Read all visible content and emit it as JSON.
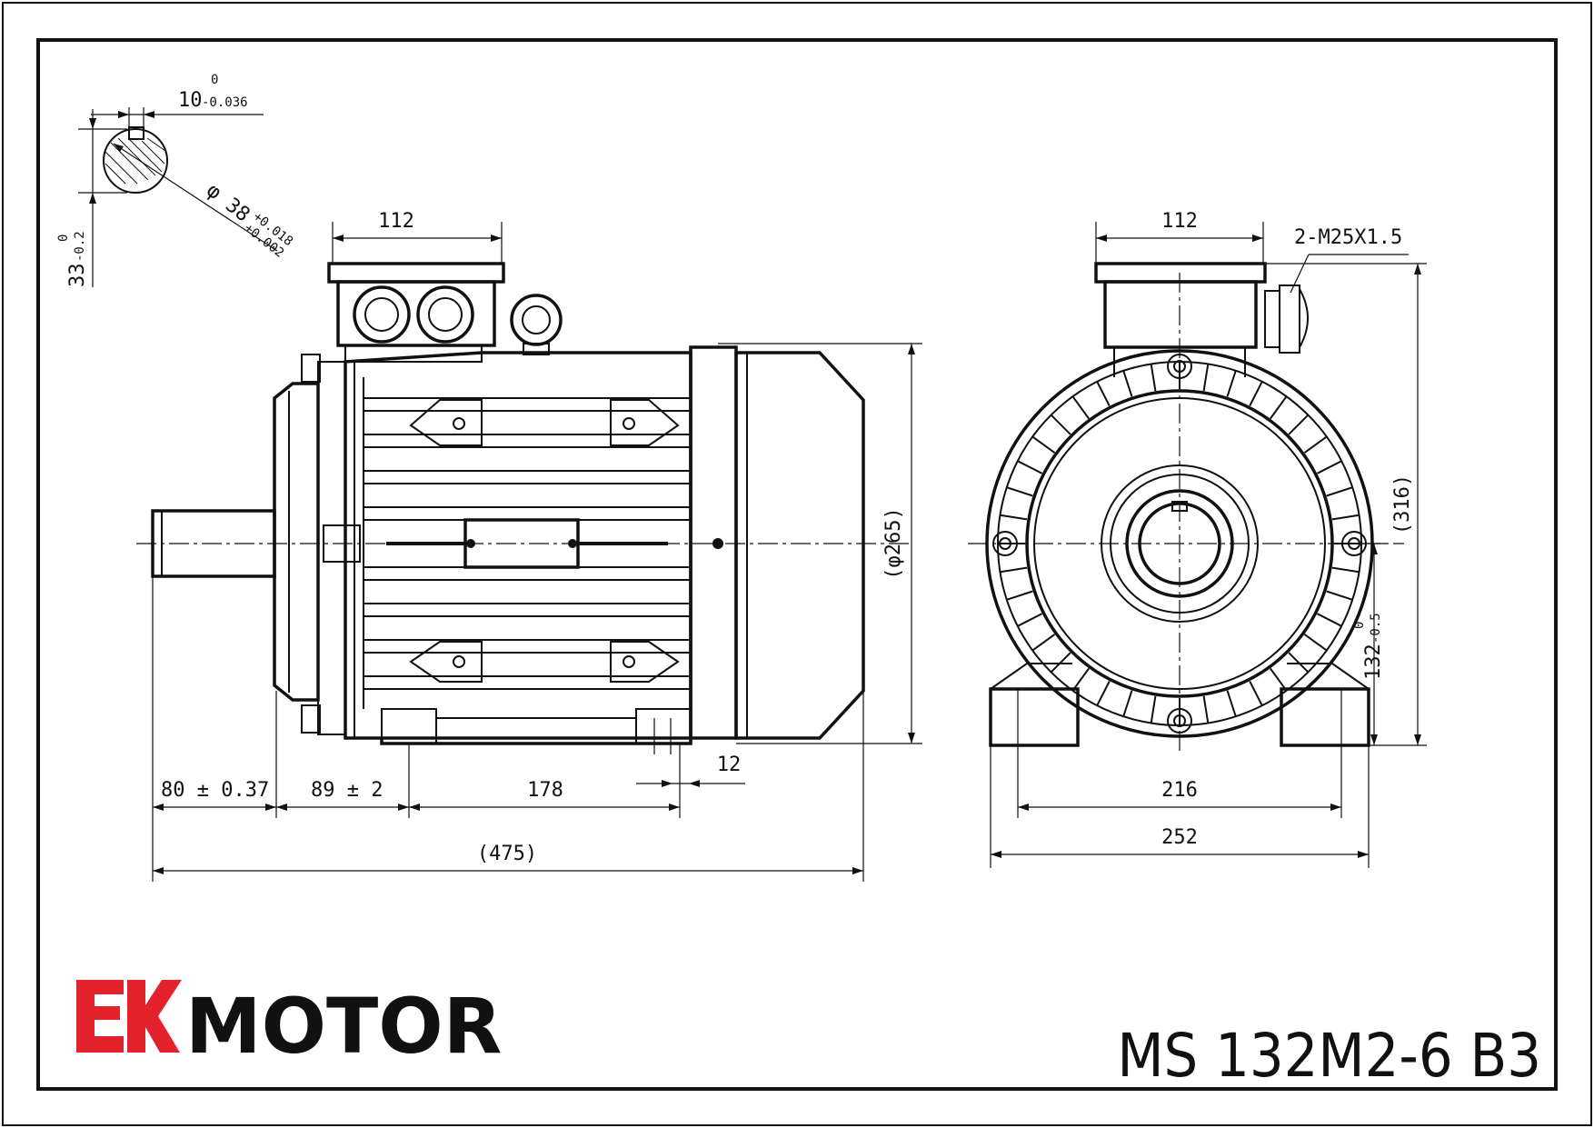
{
  "brand": {
    "name": "MOTOR",
    "logo_mark": "EK",
    "logo_color": "#e4222b"
  },
  "model": "MS 132M2-6 B3",
  "dimensions": {
    "key_width": "10",
    "key_tol_upper": "0",
    "key_tol_lower": "-0.036",
    "shaft_dia": "φ 38",
    "shaft_tol_upper": "+0.018",
    "shaft_tol_lower": "+0.002",
    "key_height": "33",
    "key_height_tol_upper": "0",
    "key_height_tol_lower": "-0.2",
    "terminal_box_width_side": "112",
    "terminal_box_width_front": "112",
    "cable_gland": "2-M25X1.5",
    "frame_dia": "(φ265)",
    "total_height": "(316)",
    "shaft_height": "132",
    "shaft_height_tol_upper": "0",
    "shaft_height_tol_lower": "-0.5",
    "shaft_length": "80 ± 0.37",
    "shaft_to_foot": "89 ± 2",
    "foot_hole_distance": "178",
    "foot_hole_dia": "12",
    "overall_length": "(475)",
    "foot_hole_spacing": "216",
    "foot_width": "252"
  }
}
